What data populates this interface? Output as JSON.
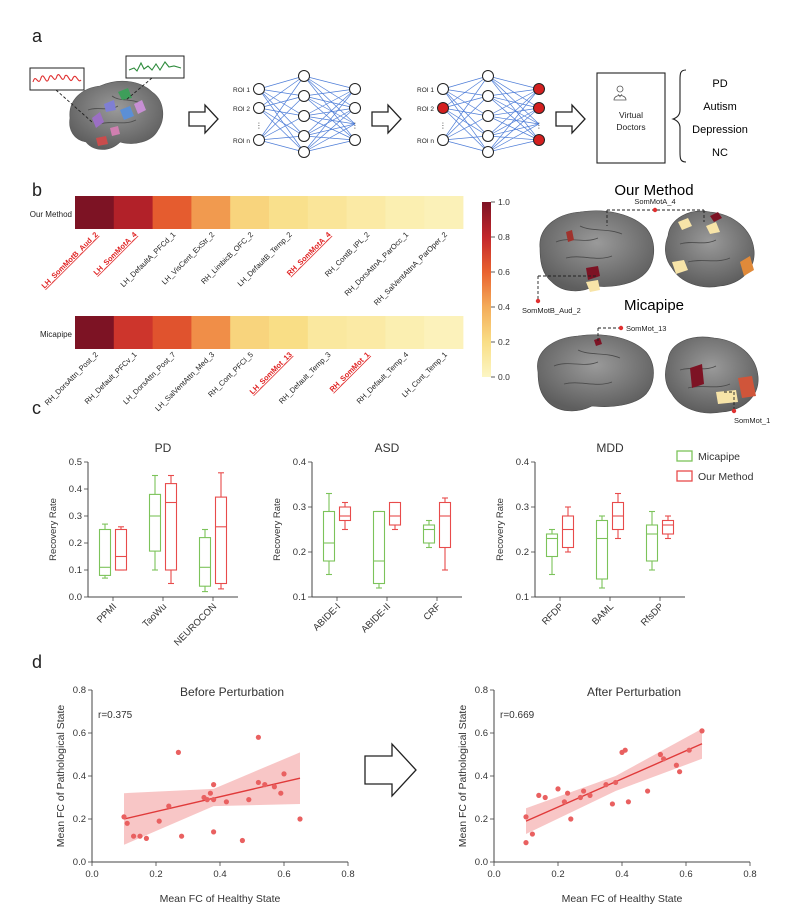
{
  "panel_letters": {
    "a": "a",
    "b": "b",
    "c": "c",
    "d": "d"
  },
  "panel_a": {
    "roi_labels": [
      "ROI 1",
      "ROI 2",
      "ROI n"
    ],
    "ellipsis": "⋮",
    "virtual_doctors": "Virtual\nDoctors",
    "outcomes": [
      "PD",
      "Autism",
      "Depression",
      "NC"
    ]
  },
  "panel_b": {
    "rows": [
      {
        "name": "Our Method",
        "regions": [
          "LH_SomMotB_Aud_2",
          "LH_SomMotA_4",
          "LH_DefaultA_PFCd_1",
          "LH_VisCent_ExStr_2",
          "RH_LimbicB_OFC_2",
          "LH_DefaultB_Temp_2",
          "RH_SomMotA_4",
          "RH_ContB_IPL_2",
          "RH_DorsAttnA_ParOcc_1",
          "RH_SalVentAttnA_ParOper_2"
        ],
        "values": [
          1.0,
          0.85,
          0.62,
          0.45,
          0.24,
          0.18,
          0.14,
          0.1,
          0.06,
          0.04
        ],
        "highlighted": [
          true,
          true,
          false,
          false,
          false,
          false,
          true,
          false,
          false,
          false
        ]
      },
      {
        "name": "Micapipe",
        "regions": [
          "RH_DorsAttn_Post_2",
          "RH_Default_PFCv_1",
          "LH_DorsAttn_Post_7",
          "LH_SalVentAttn_Med_3",
          "RH_Cont_PFCl_5",
          "LH_SomMot_13",
          "RH_Default_Temp_3",
          "RH_SomMot_1",
          "RH_Default_Temp_4",
          "LH_Cont_Temp_1"
        ],
        "values": [
          1.0,
          0.75,
          0.65,
          0.48,
          0.24,
          0.2,
          0.12,
          0.1,
          0.06,
          0.03
        ],
        "highlighted": [
          false,
          false,
          false,
          false,
          false,
          true,
          false,
          true,
          false,
          false
        ]
      }
    ],
    "colorbar": {
      "ticks": [
        "1.0",
        "0.8",
        "0.6",
        "0.4",
        "0.2",
        "0.0"
      ],
      "colors": [
        "#fcf6c4",
        "#f9de86",
        "#f4ac59",
        "#e9622f",
        "#c3262b",
        "#7d1324"
      ]
    },
    "brain_titles": [
      "Our Method",
      "Micapipe"
    ],
    "brain_labels": [
      "SomMotA_4",
      "SomMotB_Aud_2",
      "SomMot_13",
      "SomMot_1"
    ]
  },
  "panel_c": {
    "legend": [
      {
        "name": "Micapipe",
        "color": "#7cc35a"
      },
      {
        "name": "Our Method",
        "color": "#e84b4b"
      }
    ],
    "ylabel": "Recovery Rate",
    "charts": [
      {
        "title": "PD",
        "ylim": [
          0,
          0.5
        ],
        "yticks": [
          "0.0",
          "0.1",
          "0.2",
          "0.3",
          "0.4",
          "0.5"
        ],
        "categories": [
          "PPMI",
          "TaoWu",
          "NEUROCON"
        ],
        "boxes": [
          {
            "micapipe": [
              0.07,
              0.08,
              0.11,
              0.25,
              0.27
            ],
            "ours": [
              0.1,
              0.1,
              0.15,
              0.25,
              0.26
            ]
          },
          {
            "micapipe": [
              0.1,
              0.17,
              0.3,
              0.38,
              0.45
            ],
            "ours": [
              0.05,
              0.1,
              0.35,
              0.42,
              0.45
            ]
          },
          {
            "micapipe": [
              0.02,
              0.04,
              0.11,
              0.22,
              0.25
            ],
            "ours": [
              0.03,
              0.05,
              0.26,
              0.37,
              0.46
            ]
          }
        ]
      },
      {
        "title": "ASD",
        "ylim": [
          0.1,
          0.4
        ],
        "yticks": [
          "0.1",
          "0.2",
          "0.3",
          "0.4"
        ],
        "categories": [
          "ABIDE-I",
          "ABIDE-II",
          "CRF"
        ],
        "boxes": [
          {
            "micapipe": [
              0.15,
              0.18,
              0.22,
              0.29,
              0.33
            ],
            "ours": [
              0.25,
              0.27,
              0.28,
              0.3,
              0.31
            ]
          },
          {
            "micapipe": [
              0.12,
              0.13,
              0.18,
              0.29,
              0.29
            ],
            "ours": [
              0.25,
              0.26,
              0.28,
              0.31,
              0.31
            ]
          },
          {
            "micapipe": [
              0.21,
              0.22,
              0.25,
              0.26,
              0.27
            ],
            "ours": [
              0.16,
              0.21,
              0.28,
              0.31,
              0.32
            ]
          }
        ]
      },
      {
        "title": "MDD",
        "ylim": [
          0.1,
          0.4
        ],
        "yticks": [
          "0.1",
          "0.2",
          "0.3",
          "0.4"
        ],
        "categories": [
          "RFDP",
          "BAML",
          "RfsDP"
        ],
        "boxes": [
          {
            "micapipe": [
              0.15,
              0.19,
              0.23,
              0.24,
              0.25
            ],
            "ours": [
              0.2,
              0.21,
              0.25,
              0.28,
              0.3
            ]
          },
          {
            "micapipe": [
              0.12,
              0.14,
              0.23,
              0.27,
              0.28
            ],
            "ours": [
              0.23,
              0.25,
              0.28,
              0.31,
              0.33
            ]
          },
          {
            "micapipe": [
              0.16,
              0.18,
              0.24,
              0.26,
              0.29
            ],
            "ours": [
              0.23,
              0.24,
              0.26,
              0.27,
              0.28
            ]
          }
        ]
      }
    ]
  },
  "panel_d": {
    "xlabel": "Mean FC of Healthy State",
    "ylabel": "Mean FC of Pathological State",
    "xticks": [
      "0.0",
      "0.2",
      "0.4",
      "0.6",
      "0.8"
    ],
    "yticks": [
      "0.0",
      "0.2",
      "0.4",
      "0.6",
      "0.8"
    ],
    "charts": [
      {
        "title": "Before Perturbation",
        "r": "r=0.375",
        "points": [
          [
            0.1,
            0.21
          ],
          [
            0.11,
            0.18
          ],
          [
            0.13,
            0.12
          ],
          [
            0.15,
            0.12
          ],
          [
            0.17,
            0.11
          ],
          [
            0.21,
            0.19
          ],
          [
            0.24,
            0.26
          ],
          [
            0.27,
            0.51
          ],
          [
            0.28,
            0.12
          ],
          [
            0.35,
            0.3
          ],
          [
            0.36,
            0.29
          ],
          [
            0.37,
            0.32
          ],
          [
            0.38,
            0.36
          ],
          [
            0.38,
            0.14
          ],
          [
            0.38,
            0.29
          ],
          [
            0.42,
            0.28
          ],
          [
            0.47,
            0.1
          ],
          [
            0.49,
            0.29
          ],
          [
            0.52,
            0.58
          ],
          [
            0.52,
            0.37
          ],
          [
            0.54,
            0.36
          ],
          [
            0.57,
            0.35
          ],
          [
            0.59,
            0.32
          ],
          [
            0.6,
            0.41
          ],
          [
            0.65,
            0.2
          ]
        ],
        "fit": [
          [
            0.1,
            0.2
          ],
          [
            0.65,
            0.39
          ]
        ],
        "band": [
          [
            0.1,
            0.08,
            0.32
          ],
          [
            0.38,
            0.26,
            0.34
          ],
          [
            0.65,
            0.27,
            0.51
          ]
        ]
      },
      {
        "title": "After Perturbation",
        "r": "r=0.669",
        "points": [
          [
            0.1,
            0.09
          ],
          [
            0.1,
            0.21
          ],
          [
            0.12,
            0.13
          ],
          [
            0.14,
            0.31
          ],
          [
            0.16,
            0.3
          ],
          [
            0.2,
            0.34
          ],
          [
            0.22,
            0.28
          ],
          [
            0.23,
            0.32
          ],
          [
            0.24,
            0.2
          ],
          [
            0.27,
            0.3
          ],
          [
            0.28,
            0.33
          ],
          [
            0.3,
            0.31
          ],
          [
            0.35,
            0.36
          ],
          [
            0.37,
            0.27
          ],
          [
            0.38,
            0.37
          ],
          [
            0.4,
            0.51
          ],
          [
            0.41,
            0.52
          ],
          [
            0.42,
            0.28
          ],
          [
            0.48,
            0.33
          ],
          [
            0.52,
            0.5
          ],
          [
            0.53,
            0.48
          ],
          [
            0.57,
            0.45
          ],
          [
            0.58,
            0.42
          ],
          [
            0.61,
            0.52
          ],
          [
            0.65,
            0.61
          ]
        ],
        "fit": [
          [
            0.1,
            0.19
          ],
          [
            0.65,
            0.55
          ]
        ],
        "band": [
          [
            0.1,
            0.13,
            0.25
          ],
          [
            0.38,
            0.33,
            0.4
          ],
          [
            0.65,
            0.48,
            0.62
          ]
        ]
      }
    ]
  }
}
